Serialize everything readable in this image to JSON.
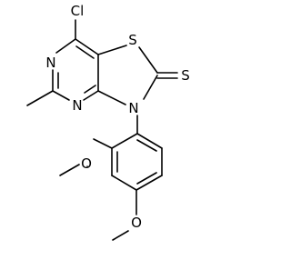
{
  "molecule": {
    "atoms": {
      "cl": "Cl",
      "s_ring": "S",
      "s_thione": "S",
      "n_top": "N",
      "n_bottom": "N",
      "n_ring": "N",
      "o_upper": "O",
      "o_lower": "O"
    }
  }
}
